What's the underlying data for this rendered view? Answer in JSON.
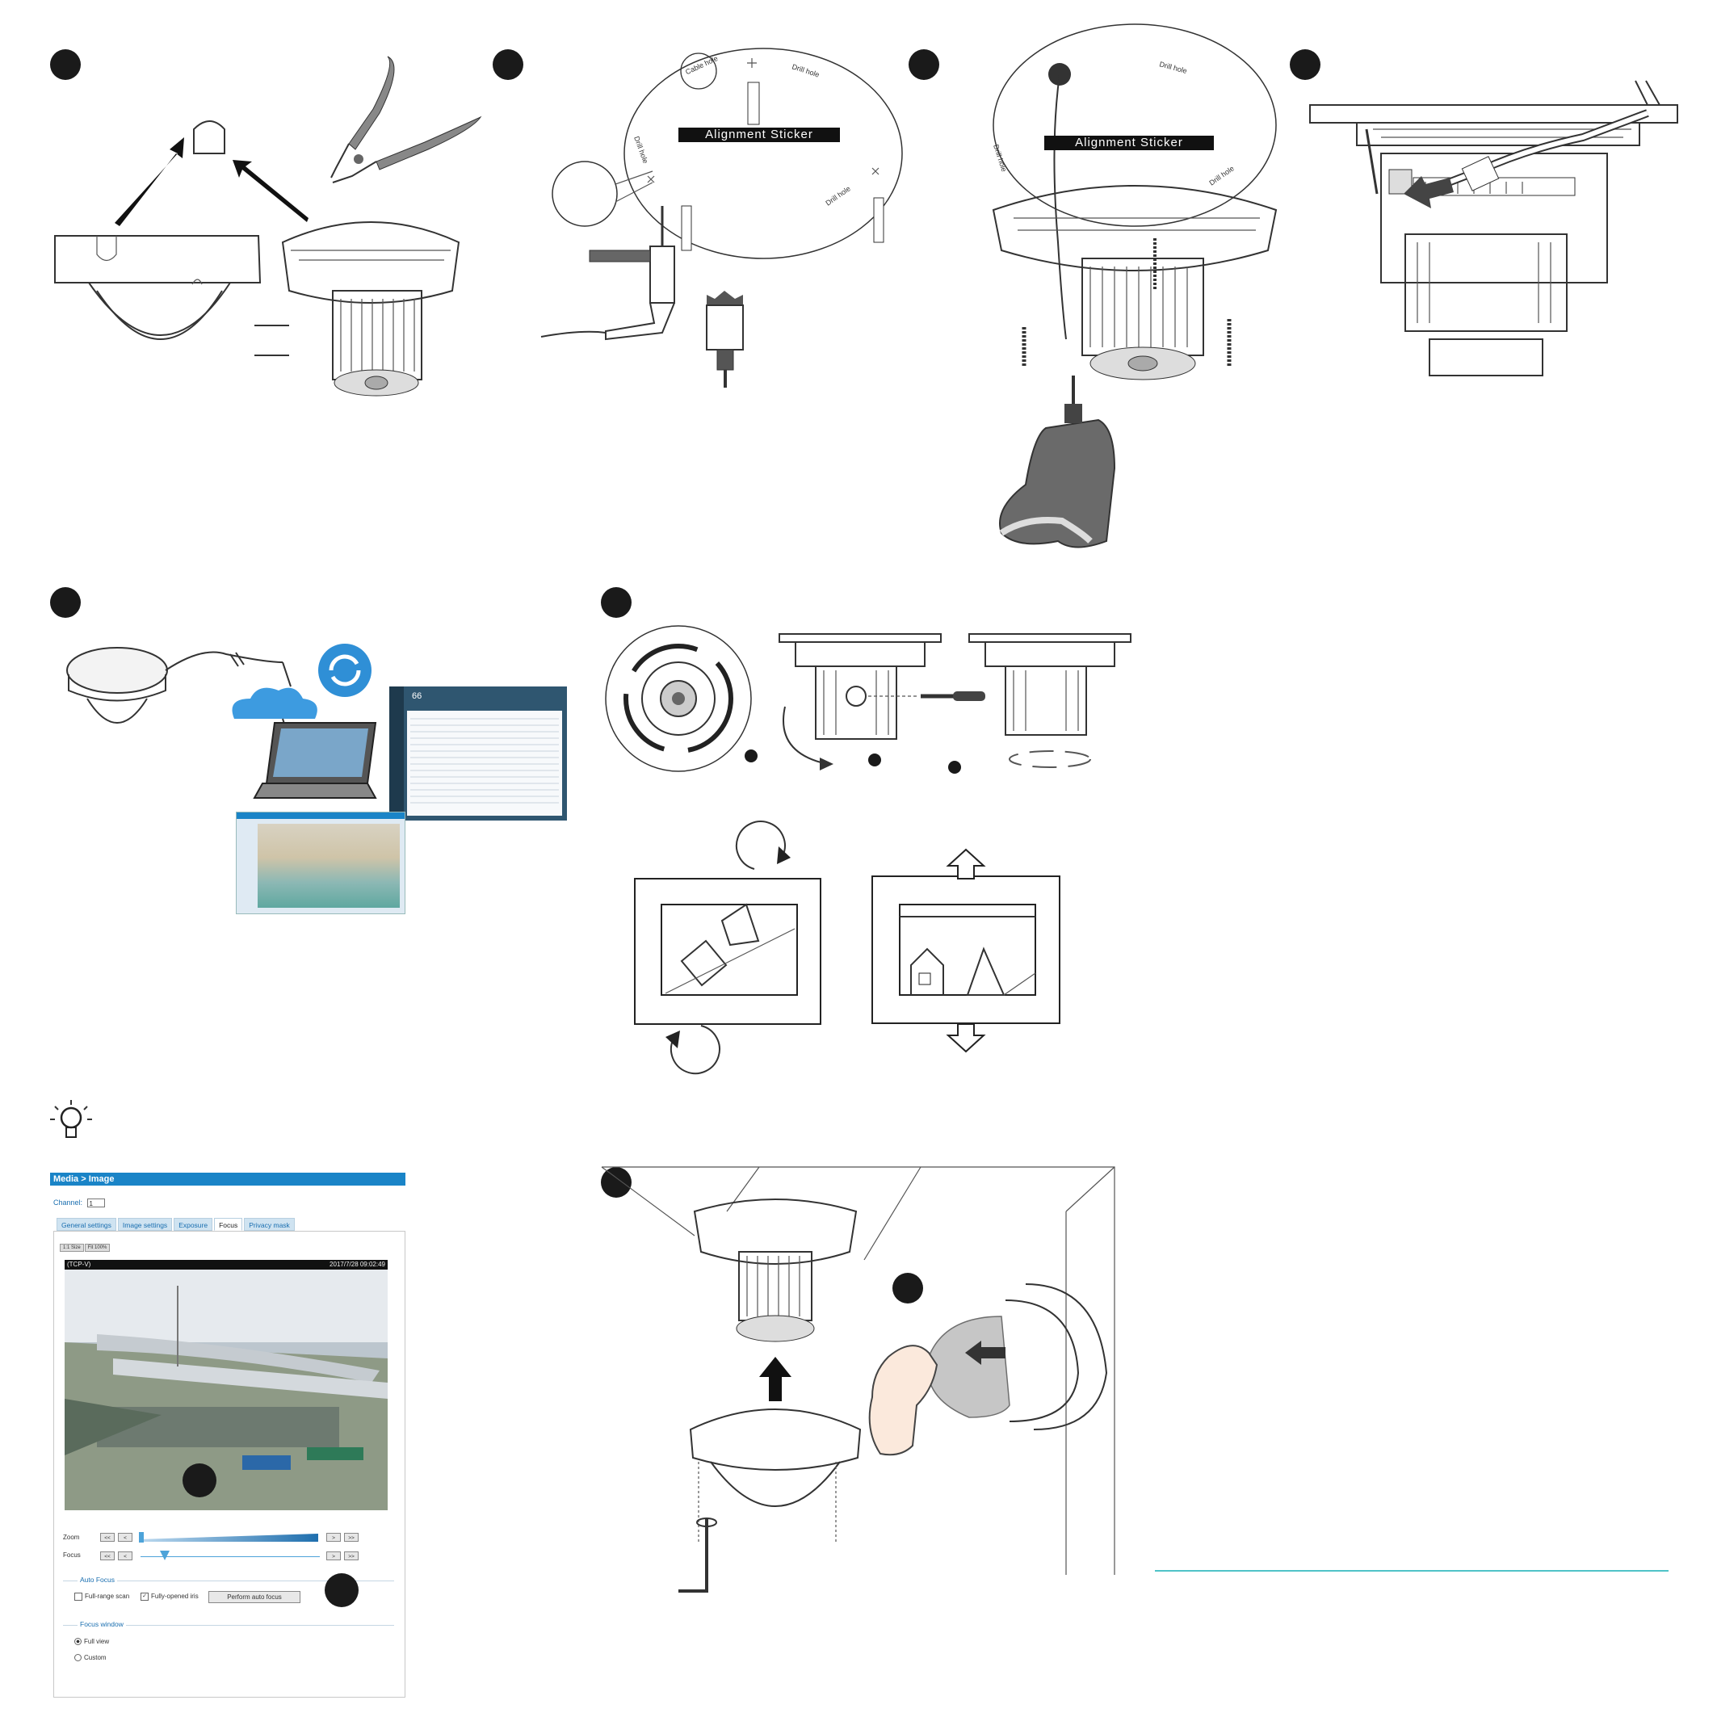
{
  "stickers": {
    "step2_label": "Alignment Sticker",
    "step3_label": "Alignment Sticker"
  },
  "template_marks": {
    "drill_hole": "Drill hole",
    "cable_hole": "Cable hole"
  },
  "vms": {
    "count": "66"
  },
  "web_ui": {
    "breadcrumb": "Media  > Image",
    "channel_label": "Channel:",
    "channel_value": "1",
    "tabs": [
      "General settings",
      "Image settings",
      "Exposure",
      "Focus",
      "Privacy mask"
    ],
    "active_tab": "Focus",
    "view_modes": [
      "1:1 Size",
      "Fit 100%"
    ],
    "stream_label": "(TCP-V)",
    "timestamp": "2017/7/28 09:02:49",
    "zoom_label": "Zoom",
    "focus_label": "Focus",
    "btn_far_left": "<<",
    "btn_left": "<",
    "btn_right": ">",
    "btn_far_right": ">>",
    "auto_focus_title": "Auto Focus",
    "full_range_scan": "Full-range scan",
    "fully_opened_iris": "Fully-opened iris",
    "perform_auto_focus": "Perform auto focus",
    "focus_window_title": "Focus window",
    "full_view": "Full view",
    "custom": "Custom",
    "zoom_level": 0.0,
    "focus_level": 0.1
  },
  "icons": [
    "lightbulb-icon",
    "cloud-icon",
    "sync-icon",
    "laptop-icon",
    "pliers-icon",
    "drill-icon",
    "screwdriver-icon",
    "hex-key-icon",
    "arrow-icon"
  ],
  "colors": {
    "ui_header": "#1a84c7",
    "cloud": "#3d9be0",
    "sync_icon": "#2f8fd6",
    "accent_line": "#4fc3c8"
  }
}
